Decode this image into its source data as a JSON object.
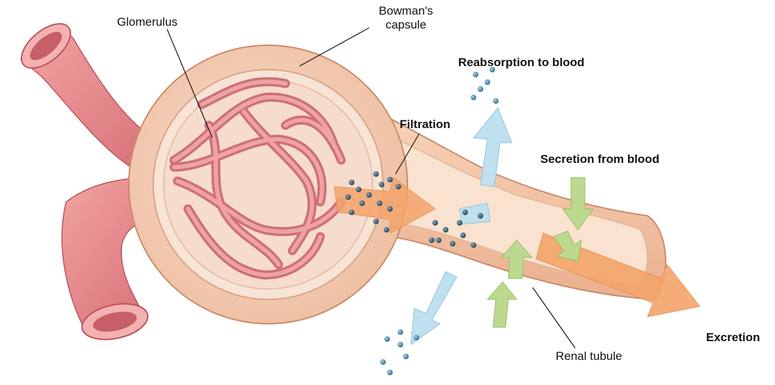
{
  "labels": {
    "glomerulus": "Glomerulus",
    "bowmans_capsule_line1": "Bowman's",
    "bowmans_capsule_line2": "capsule",
    "reabsorption": "Reabsorption to blood",
    "filtration": "Filtration",
    "secretion": "Secretion from blood",
    "excretion": "Excretion",
    "renal_tubule": "Renal tubule"
  },
  "colors": {
    "vessel": "#e98c8c",
    "vessel_dark": "#c65f66",
    "capsule": "#f3c8a8",
    "capsule_inner": "#fbe6d6",
    "filtration_arrow": "#f4a46a",
    "reabsorption_arrow": "#bfe0ef",
    "secretion_arrow": "#bcd98f",
    "molecule": "#3a7f98"
  }
}
